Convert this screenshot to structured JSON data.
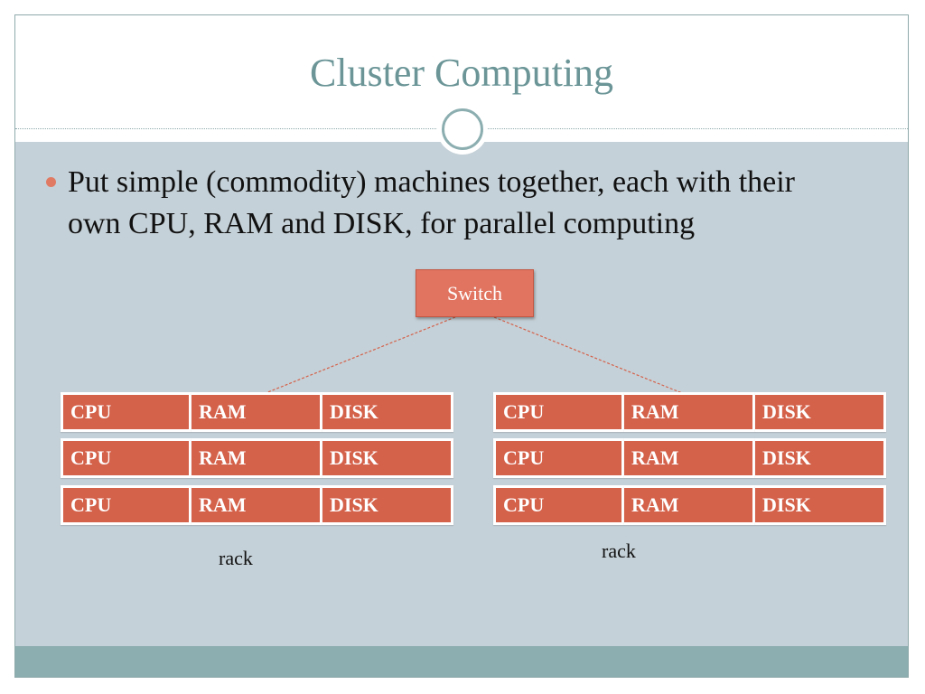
{
  "slide": {
    "title": "Cluster Computing",
    "bullets": [
      "Put simple (commodity) machines together, each with their own CPU, RAM and DISK, for parallel computing"
    ]
  },
  "diagram": {
    "switch_label": "Switch",
    "racks": [
      {
        "label": "rack",
        "machines": [
          [
            "CPU",
            "RAM",
            "DISK"
          ],
          [
            "CPU",
            "RAM",
            "DISK"
          ],
          [
            "CPU",
            "RAM",
            "DISK"
          ]
        ]
      },
      {
        "label": "rack",
        "machines": [
          [
            "CPU",
            "RAM",
            "DISK"
          ],
          [
            "CPU",
            "RAM",
            "DISK"
          ],
          [
            "CPU",
            "RAM",
            "DISK"
          ]
        ]
      }
    ]
  },
  "colors": {
    "title": "#6b9597",
    "body_background": "#c5d1d8",
    "footer_bar": "#8caeb0",
    "node_fill": "#d4614a",
    "switch_fill": "#e07460",
    "link_color": "#d4614a",
    "bullet": "#e07a63"
  }
}
